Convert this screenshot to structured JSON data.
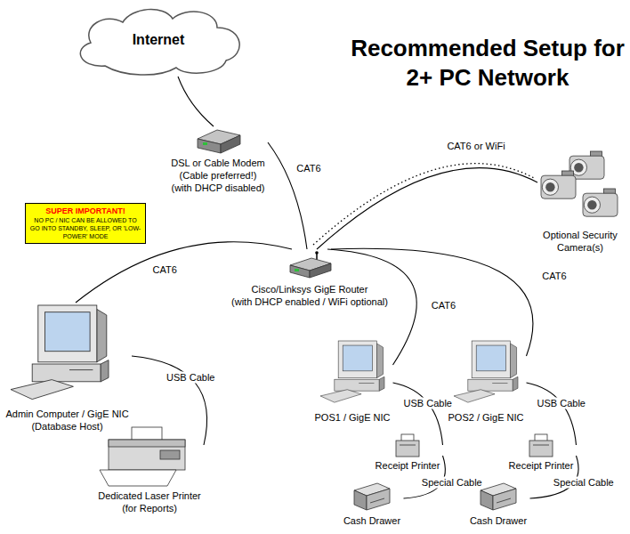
{
  "diagram": {
    "title": "Recommended Setup for 2+ PC Network",
    "nodes": [
      {
        "text": [
          "Internet"
        ]
      },
      {
        "text": [
          "DSL or Cable Modem",
          "(Cable preferred!)",
          "(with DHCP disabled)"
        ]
      },
      {
        "text": [
          "Cisco/Linksys GigE Router",
          "(with DHCP enabled / WiFi optional)"
        ]
      },
      {
        "text": [
          "Optional Security Camera(s)"
        ]
      },
      {
        "text": [
          "Admin Computer / GigE NIC",
          "(Database Host)"
        ]
      },
      {
        "text": [
          "Dedicated Laser Printer",
          "(for Reports)"
        ]
      },
      {
        "text": [
          "POS1 / GigE NIC"
        ]
      },
      {
        "text": [
          "Receipt Printer"
        ]
      },
      {
        "text": [
          "Cash Drawer"
        ]
      },
      {
        "text": [
          "POS2 / GigE NIC"
        ]
      },
      {
        "text": [
          "Receipt Printer"
        ]
      },
      {
        "text": [
          "Cash Drawer"
        ]
      },
      {
        "text": [
          "SUPER IMPORTANT!",
          "NO PC / NIC CAN BE ALLOWED TO GO INTO STANDBY, SLEEP, OR 'LOW-POWER' MODE"
        ]
      }
    ],
    "edges": [
      {
        "from": 0,
        "to": 1,
        "arrow": "none"
      },
      {
        "from": 1,
        "to": 2,
        "label": "CAT6",
        "arrow": "none"
      },
      {
        "from": 2,
        "to": 3,
        "label": "CAT6 or WiFi",
        "arrow": "none"
      },
      {
        "from": 2,
        "to": 4,
        "label": "CAT6",
        "arrow": "none"
      },
      {
        "from": 2,
        "to": 6,
        "label": "CAT6",
        "arrow": "none"
      },
      {
        "from": 2,
        "to": 9,
        "label": "CAT6",
        "arrow": "none"
      },
      {
        "from": 4,
        "to": 5,
        "label": "USB Cable",
        "arrow": "none"
      },
      {
        "from": 6,
        "to": 7,
        "label": "USB Cable",
        "arrow": "none"
      },
      {
        "from": 7,
        "to": 8,
        "label": "Special Cable",
        "arrow": "none"
      },
      {
        "from": 9,
        "to": 10,
        "label": "USB Cable",
        "arrow": "none"
      },
      {
        "from": 10,
        "to": 11,
        "label": "Special Cable",
        "arrow": "none"
      }
    ]
  }
}
